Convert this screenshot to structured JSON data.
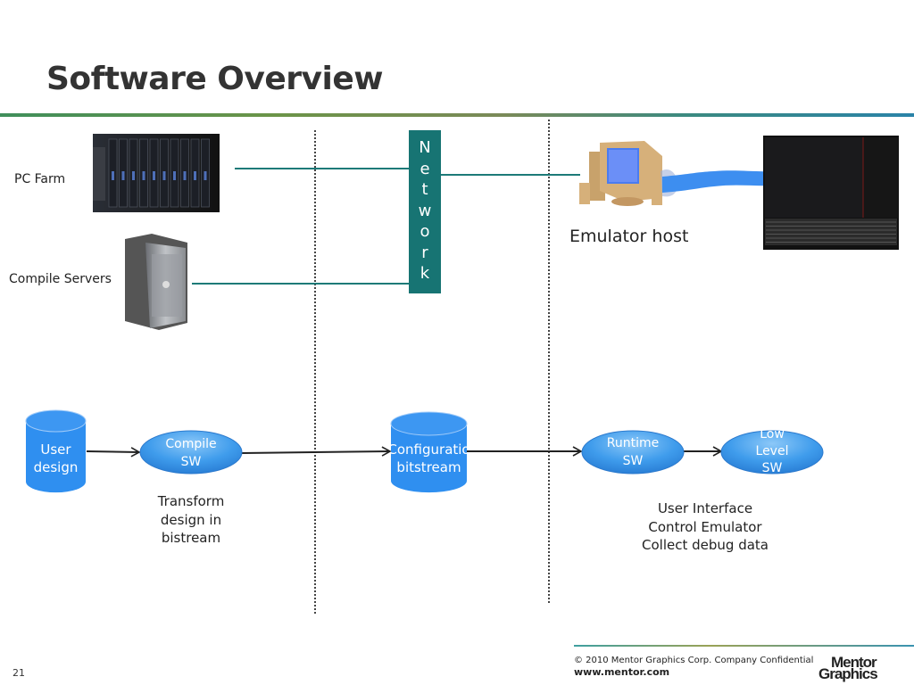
{
  "slide": {
    "title": "Software Overview",
    "page_number": "21"
  },
  "infrastructure": {
    "pc_farm_label": "PC Farm",
    "compile_servers_label": "Compile Servers",
    "network_letters": [
      "N",
      "e",
      "t",
      "w",
      "o",
      "r",
      "k"
    ],
    "emulator_host_label": "Emulator host"
  },
  "flow": {
    "nodes": [
      {
        "id": "user-design",
        "shape": "cylinder",
        "lines": [
          "User",
          "design"
        ]
      },
      {
        "id": "compile-sw",
        "shape": "ellipse",
        "lines": [
          "Compile",
          "SW"
        ]
      },
      {
        "id": "configuration-bitstream",
        "shape": "cylinder",
        "lines": [
          "Configuratio",
          "bitstream"
        ]
      },
      {
        "id": "runtime-sw",
        "shape": "ellipse",
        "lines": [
          "Runtime",
          "SW"
        ]
      },
      {
        "id": "low-level-sw",
        "shape": "ellipse",
        "lines": [
          "Low",
          "Level",
          "SW"
        ]
      }
    ],
    "edges": [
      [
        "user-design",
        "compile-sw"
      ],
      [
        "compile-sw",
        "configuration-bitstream"
      ],
      [
        "configuration-bitstream",
        "runtime-sw"
      ],
      [
        "runtime-sw",
        "low-level-sw"
      ]
    ],
    "captions": {
      "compile": [
        "Transform",
        "design in",
        "bistream"
      ],
      "runtime": [
        "User Interface",
        "Control Emulator",
        "Collect debug data"
      ]
    }
  },
  "footer": {
    "copyright": "© 2010 Mentor Graphics Corp. Company Confidential",
    "url": "www.mentor.com",
    "logo_line1": "Mentor",
    "logo_line2": "Graphics"
  },
  "colors": {
    "network": "#177473",
    "node_fill": "#2f8ff0",
    "ellipse_fill": "#4aa5ef",
    "cable": "#3d8ef0",
    "title": "#333333"
  }
}
